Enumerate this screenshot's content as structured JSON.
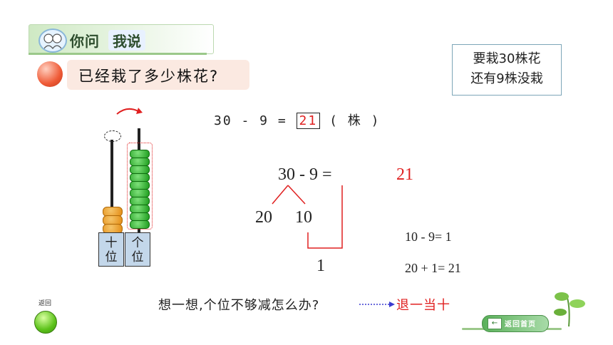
{
  "header": {
    "title_a": "你问",
    "title_b": "我说",
    "icon": "kids-avatar-icon"
  },
  "question": {
    "text": "已经栽了多少株花?",
    "icon": "red-ball-icon"
  },
  "note": {
    "line1": "要栽30株花",
    "line2": "还有9株没栽"
  },
  "equation_top": {
    "left": "30 - 9 =",
    "answer": "21",
    "unit": "( 株 )"
  },
  "breakdown": {
    "expr": "30 -  9 =",
    "result": "21",
    "split_left": "20",
    "split_right": "10",
    "sub_result": "1",
    "step1": "10 - 9= 1",
    "step2": "20 + 1= 21"
  },
  "abacus": {
    "tens_label": "十\n位",
    "ones_label": "个\n位",
    "tens_beads": 3,
    "ones_beads": 10,
    "arrow": "move-right-arrow-icon"
  },
  "bottom": {
    "question": "想一想,个位不够减怎么办?",
    "answer": "退一当十",
    "arrow": "dotted-arrow-icon"
  },
  "nav": {
    "back_label": "返回",
    "home_label": "返回首页"
  },
  "colors": {
    "red": "#e02020",
    "green": "#1c9b1c",
    "orange": "#e48b12"
  }
}
